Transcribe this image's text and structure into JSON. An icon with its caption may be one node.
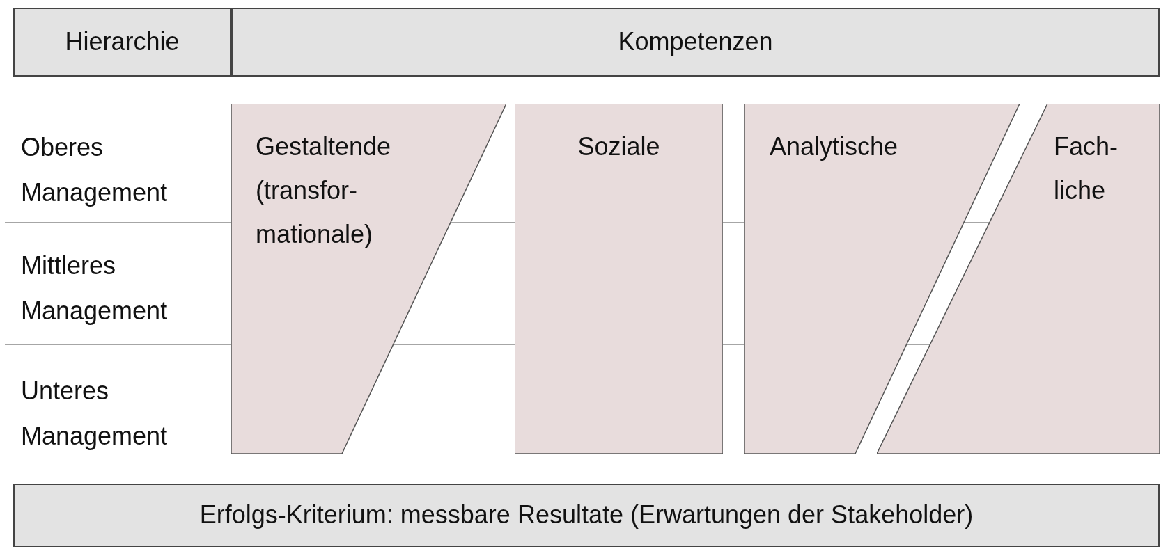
{
  "diagram": {
    "nodes": [
      {
        "text": [
          "Hierarchie"
        ]
      },
      {
        "text": [
          "Kompetenzen"
        ]
      },
      {
        "text": [
          "Gestaltende (transfor- mationale)"
        ]
      },
      {
        "text": [
          "Soziale"
        ]
      },
      {
        "text": [
          "Analytische"
        ]
      },
      {
        "text": [
          "Fach- liche"
        ]
      },
      {
        "text": [
          "Erfolgs-Kriterium: messbare Resultate (Erwartungen der Stakeholder)"
        ]
      }
    ],
    "labels": [
      "Oberes Management",
      "Mittleres Management",
      "Unteres Management"
    ]
  }
}
